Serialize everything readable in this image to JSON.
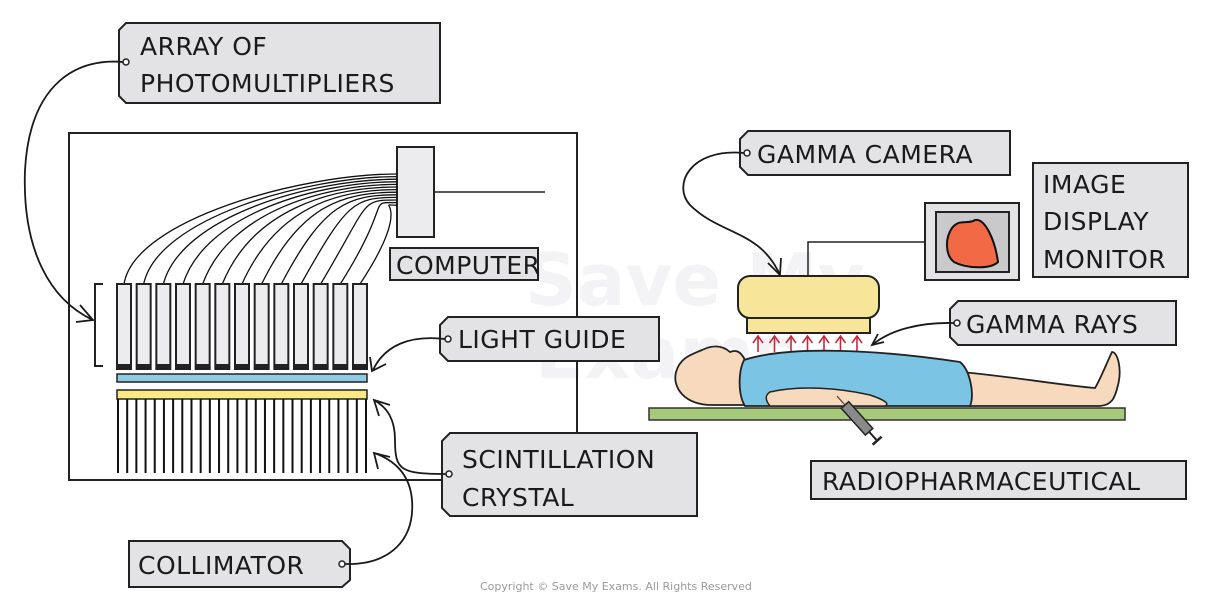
{
  "labels": {
    "photomultipliers": [
      "ARRAY OF",
      "PHOTOMULTIPLIERS"
    ],
    "computer": "COMPUTER",
    "light_guide": "LIGHT  GUIDE",
    "scintillation_crystal": [
      "SCINTILLATION",
      "CRYSTAL"
    ],
    "collimator": "COLLIMATOR",
    "gamma_camera": "GAMMA  CAMERA",
    "image_display_monitor": [
      "IMAGE",
      "DISPLAY",
      "MONITOR"
    ],
    "gamma_rays": "GAMMA  RAYS",
    "radiopharmaceutical": "RADIOPHARMACEUTICAL"
  },
  "watermark": [
    "Save My",
    "Exams"
  ],
  "copyright": "Copyright © Save My Exams. All Rights Reserved",
  "counts": {
    "photomultiplier_tubes": 13,
    "collimator_septa": 28,
    "gamma_ray_arrows": 7
  },
  "colors": {
    "light_guide": "#8fcbe3",
    "scintillation_crystal": "#fbe983",
    "gamma_camera": "#f7e69a",
    "tumour_image": "#f26a45",
    "gamma_ray_arrows": "#c8283c",
    "patient_skin": "#f7d9bd",
    "patient_gown": "#7cc4e4",
    "table": "#a7c97a",
    "tag_fill": "#e3e3e5"
  }
}
